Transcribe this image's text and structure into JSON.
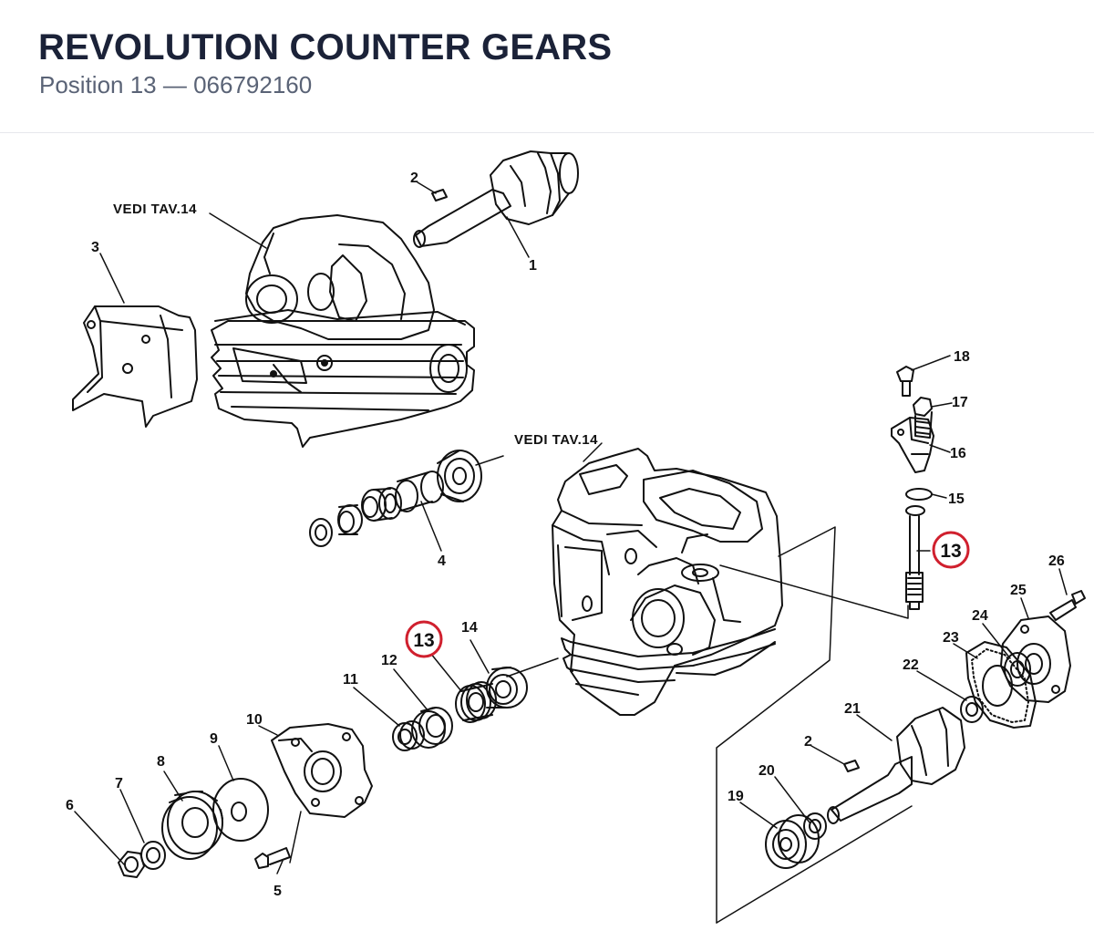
{
  "header": {
    "title": "REVOLUTION COUNTER GEARS",
    "subtitle": "Position 13 — 066792160"
  },
  "diagram": {
    "highlight_color": "#d0202e",
    "references": [
      "VEDI TAV.14",
      "VEDI TAV.14"
    ],
    "callouts": [
      "1",
      "2",
      "3",
      "4",
      "5",
      "6",
      "7",
      "8",
      "9",
      "10",
      "11",
      "12",
      "13",
      "14",
      "15",
      "16",
      "17",
      "18",
      "19",
      "20",
      "21",
      "22",
      "23",
      "24",
      "25",
      "26",
      "2",
      "13"
    ],
    "icon": "exploded-parts-drawing"
  }
}
